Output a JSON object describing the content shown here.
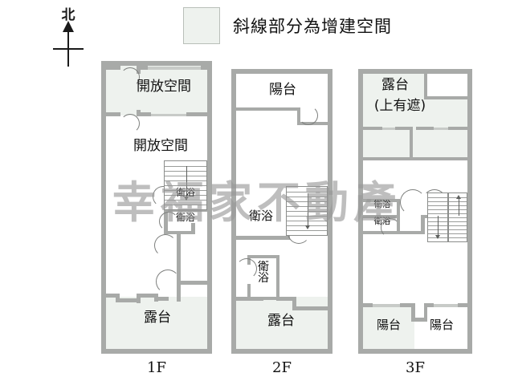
{
  "compass": {
    "label": "北",
    "icon": "north-arrow-icon"
  },
  "legend": {
    "swatch_color": "#eef2ee",
    "text": "斜線部分為增建空間"
  },
  "watermark": {
    "text": "幸福家不動產"
  },
  "colors": {
    "wall": "#a8aaa8",
    "extension_fill": "#eef2ee",
    "room_fill": "#ffffff",
    "text": "#111111"
  },
  "floors": [
    {
      "id": "1F",
      "label": "1F",
      "rooms": [
        {
          "name": "open-space-upper",
          "label": "開放空間",
          "extension": true
        },
        {
          "name": "open-space-lower",
          "label": "開放空間",
          "extension": false
        },
        {
          "name": "bathroom-upper",
          "label": "衛浴",
          "extension": false
        },
        {
          "name": "bathroom-lower",
          "label": "衛浴",
          "extension": false
        },
        {
          "name": "terrace",
          "label": "露台",
          "extension": true
        }
      ],
      "stairs": 1
    },
    {
      "id": "2F",
      "label": "2F",
      "rooms": [
        {
          "name": "balcony-top",
          "label": "陽台",
          "extension": false
        },
        {
          "name": "bathroom-upper",
          "label": "衛浴",
          "extension": false
        },
        {
          "name": "bathroom-lower",
          "label": "衛浴",
          "extension": false
        },
        {
          "name": "terrace",
          "label": "露台",
          "extension": true
        }
      ],
      "stairs": 1
    },
    {
      "id": "3F",
      "label": "3F",
      "rooms": [
        {
          "name": "terrace-top",
          "label": "露台",
          "sublabel": "(上有遮)",
          "extension": true
        },
        {
          "name": "bathroom-upper",
          "label": "衛浴",
          "extension": false
        },
        {
          "name": "bathroom-lower",
          "label": "衛浴",
          "extension": false
        },
        {
          "name": "balcony-left",
          "label": "陽台",
          "extension": true
        },
        {
          "name": "balcony-right",
          "label": "陽台",
          "extension": false
        }
      ],
      "stairs": 2
    }
  ]
}
